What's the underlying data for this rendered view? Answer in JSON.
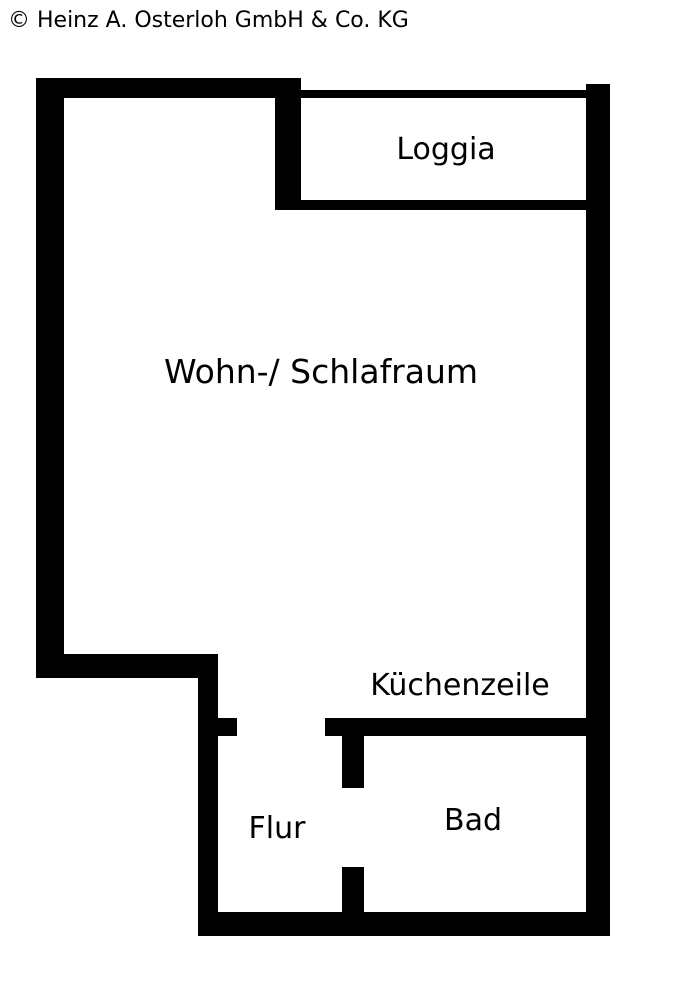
{
  "copyright": "© Heinz A. Osterloh GmbH & Co. KG",
  "rooms": {
    "loggia": "Loggia",
    "living": "Wohn-/ Schlafraum",
    "kitchen": "Küchenzeile",
    "hallway": "Flur",
    "bath": "Bad"
  },
  "colors": {
    "wall": "#000000",
    "background": "#ffffff"
  }
}
